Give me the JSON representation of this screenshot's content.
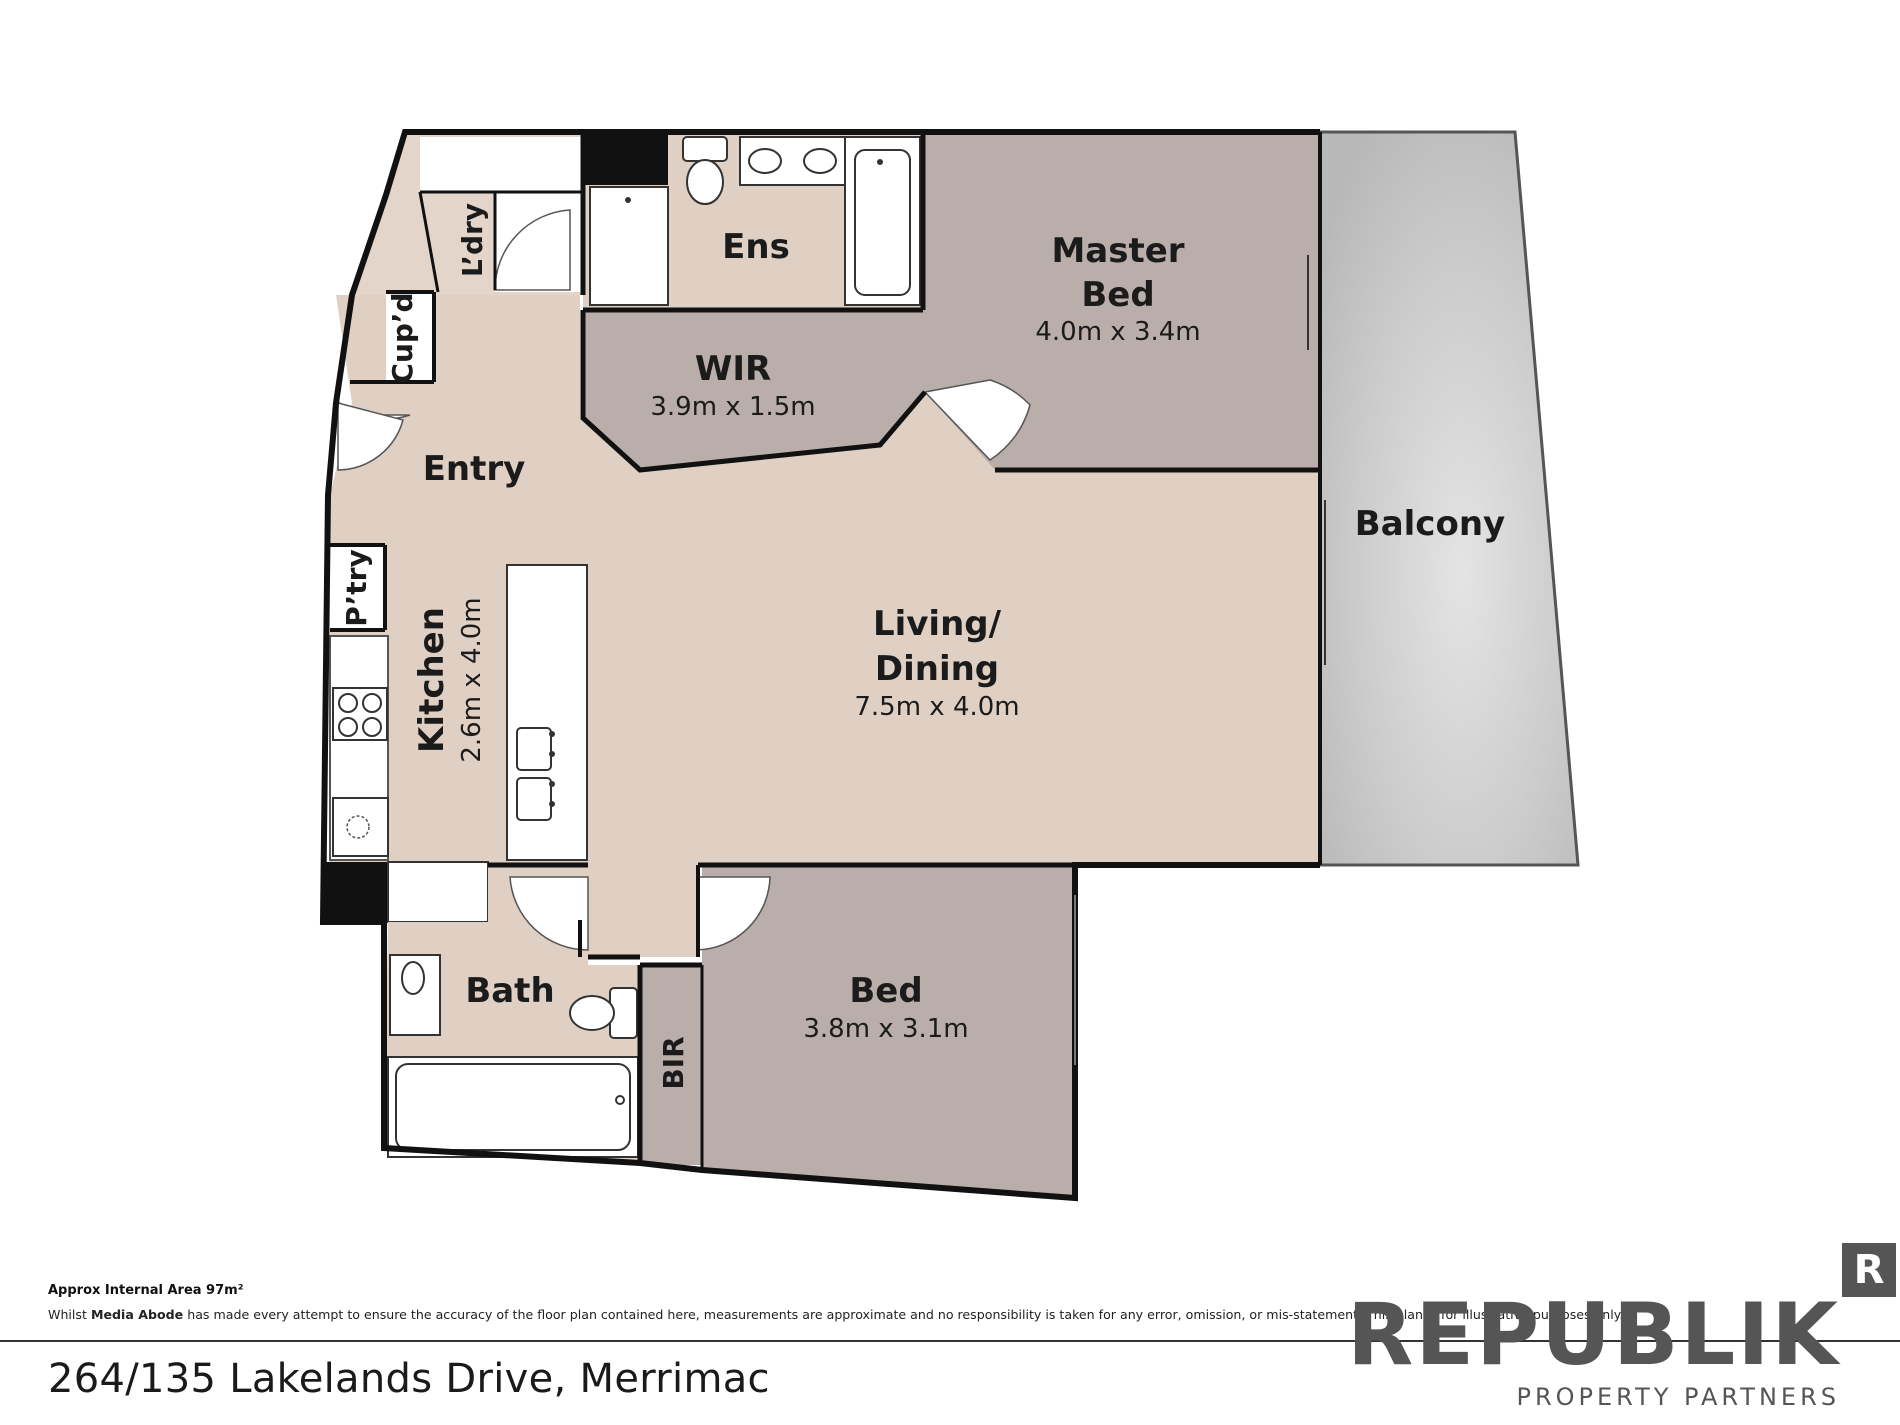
{
  "rooms": {
    "laundry": {
      "name": "L’dry"
    },
    "ensuite": {
      "name": "Ens"
    },
    "master": {
      "name1": "Master",
      "name2": "Bed",
      "dims": "4.0m x 3.4m"
    },
    "cupboard": {
      "name": "Cup’d"
    },
    "wir": {
      "name": "WIR",
      "dims": "3.9m x 1.5m"
    },
    "entry": {
      "name": "Entry"
    },
    "balcony": {
      "name": "Balcony"
    },
    "pantry": {
      "name": "P’try"
    },
    "kitchen": {
      "name": "Kitchen",
      "dims": "2.6m x 4.0m"
    },
    "living": {
      "name1": "Living/",
      "name2": "Dining",
      "dims": "7.5m x 4.0m"
    },
    "bath": {
      "name": "Bath"
    },
    "bir": {
      "name": "BIR"
    },
    "bed2": {
      "name": "Bed",
      "dims": "3.8m x 3.1m"
    }
  },
  "footer": {
    "area": "Approx Internal Area 97m²",
    "disclaimer_pre": "Whilst ",
    "disclaimer_company": "Media Abode",
    "disclaimer_post": " has made every attempt to ensure the accuracy of the floor plan contained here, measurements are approximate and no responsibility is taken for any error, omission, or mis-statement. This plan is for illustrative purposes only.",
    "address": "264/135 Lakelands Drive, Merrimac"
  },
  "brand": {
    "mark": "R",
    "name": "REPUBLIK",
    "tagline": "PROPERTY PARTNERS"
  },
  "colors": {
    "wall": "#111111",
    "room_light": "#e0d0c4",
    "room_dark": "#b9aea9",
    "balcony": "#c9c9c9",
    "white_area": "#ffffff"
  }
}
